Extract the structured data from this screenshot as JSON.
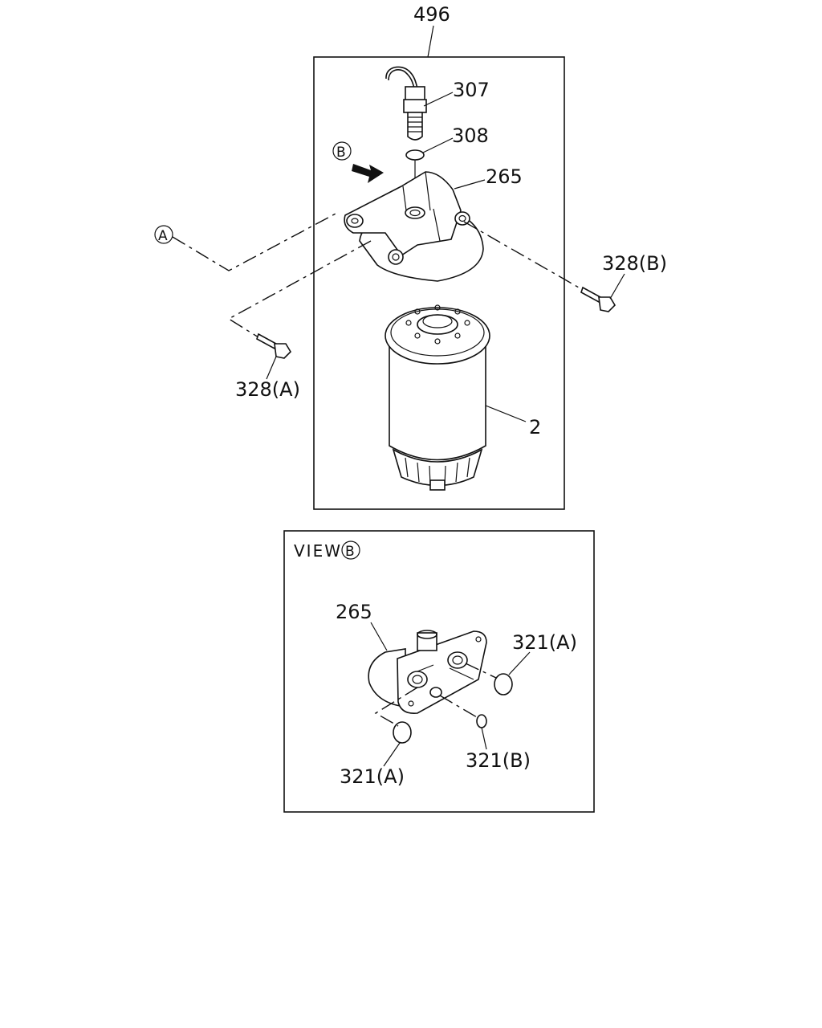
{
  "diagram": {
    "assembly_label": "496",
    "parts": {
      "sensor": "307",
      "o_ring": "308",
      "filter_head": "265",
      "bolt_b": "328(B)",
      "bolt_a": "328(A)",
      "cartridge": "2"
    },
    "callouts": {
      "a": "A",
      "b": "B"
    },
    "view": {
      "title": "VIEW",
      "title_marker": "B",
      "head_label": "265",
      "ring_a_top": "321(A)",
      "ring_a_bottom": "321(A)",
      "ring_b": "321(B)"
    }
  }
}
